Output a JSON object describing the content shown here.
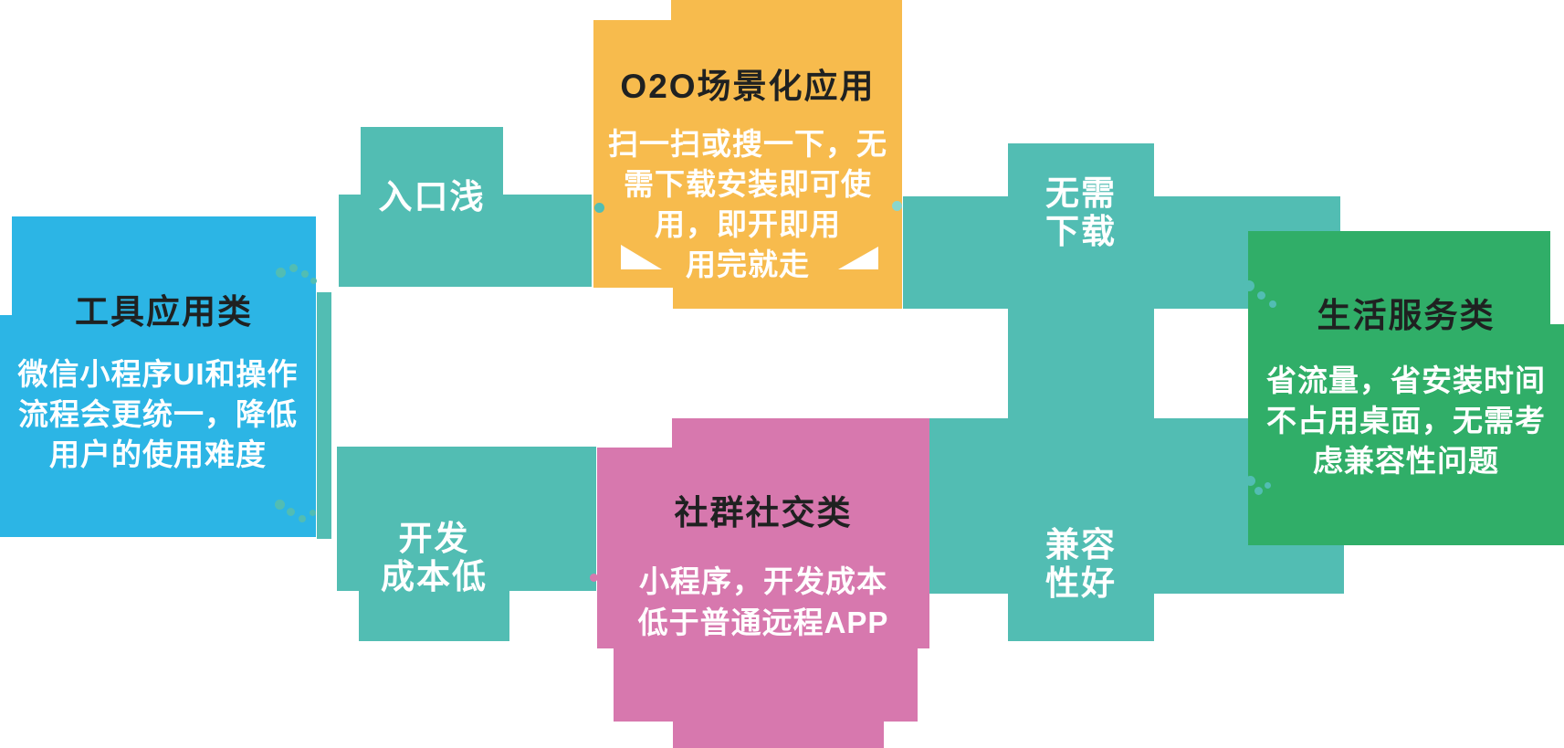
{
  "colors": {
    "teal": "#52BDB3",
    "blue": "#2CB5E5",
    "yellow": "#F7BB4D",
    "pink": "#D778AE",
    "green": "#30AE68",
    "title_text": "#1F2121",
    "body_text": "#FFFFFF"
  },
  "cards": {
    "tools": {
      "title": "工具应用类",
      "body": "微信小程序UI和操作\n流程会更统一，降低\n用户的使用难度"
    },
    "o2o": {
      "title": "O2O场景化应用",
      "body": "扫一扫或搜一下，无\n需下载安装即可使\n用，即开即用\n用完就走"
    },
    "social": {
      "title": "社群社交类",
      "body": "小程序，开发成本\n低于普通远程APP"
    },
    "life": {
      "title": "生活服务类",
      "body": "省流量，省安装时间\n不占用桌面，无需考\n虑兼容性问题"
    }
  },
  "labels": {
    "entry": "入口浅",
    "no_download": "无需\n下载",
    "dev_cost": "开发\n成本低",
    "compatibility": "兼容\n性好"
  }
}
